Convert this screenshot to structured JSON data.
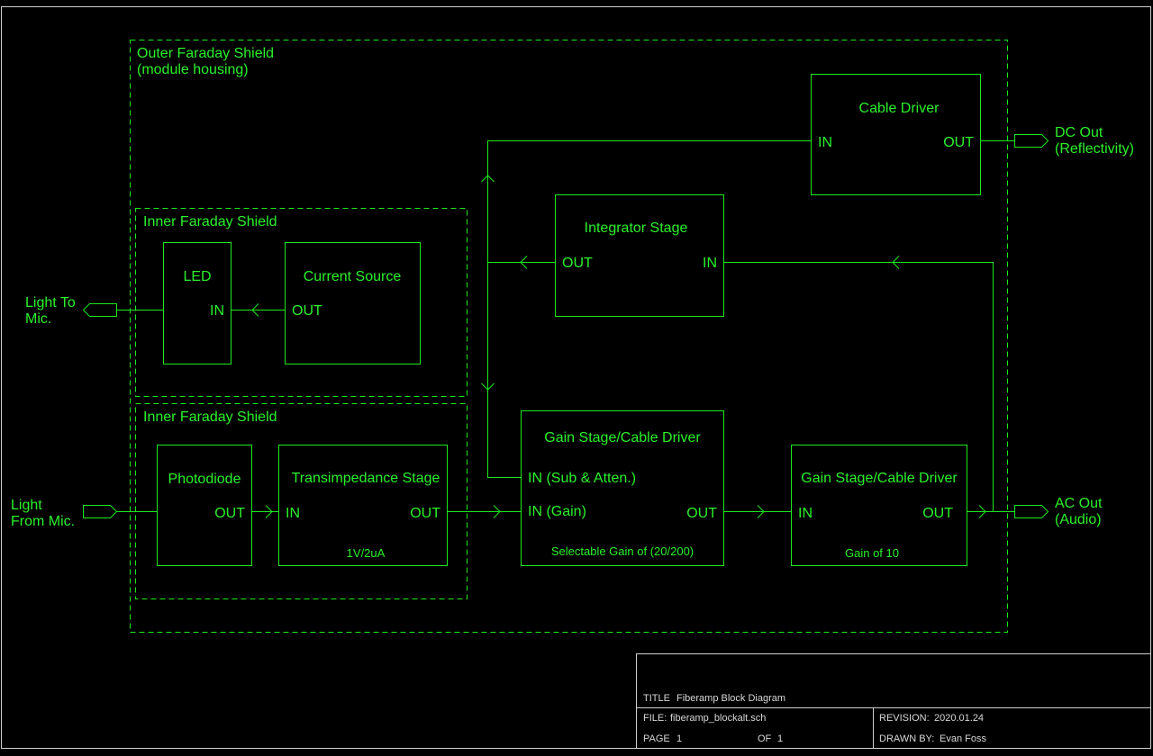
{
  "colors": {
    "wire": "#1ee81e",
    "text": "#2cf02c",
    "frame": "#cfcfcf",
    "background": "#000000"
  },
  "shields": {
    "outer": {
      "line1": "Outer Faraday Shield",
      "line2": "(module housing)"
    },
    "inner_top": "Inner Faraday Shield",
    "inner_bottom": "Inner Faraday Shield"
  },
  "blocks": {
    "led": {
      "title": "LED",
      "in": "IN"
    },
    "current_source": {
      "title": "Current Source",
      "out": "OUT"
    },
    "photodiode": {
      "title": "Photodiode",
      "out": "OUT"
    },
    "transimpedance": {
      "title": "Transimpedance Stage",
      "in": "IN",
      "out": "OUT",
      "note": "1V/2uA"
    },
    "integrator": {
      "title": "Integrator Stage",
      "out": "OUT",
      "in": "IN"
    },
    "cable_driver": {
      "title": "Cable Driver",
      "in": "IN",
      "out": "OUT"
    },
    "gain1": {
      "title": "Gain Stage/Cable Driver",
      "in_sub": "IN (Sub & Atten.)",
      "in_gain": "IN (Gain)",
      "out": "OUT",
      "note": "Selectable Gain of (20/200)"
    },
    "gain2": {
      "title": "Gain Stage/Cable Driver",
      "in": "IN",
      "out": "OUT",
      "note": "Gain of 10"
    }
  },
  "ports": {
    "light_to_mic": {
      "line1": "Light To",
      "line2": "Mic."
    },
    "light_from_mic": {
      "line1": "Light",
      "line2": "From Mic."
    },
    "dc_out": {
      "line1": "DC Out",
      "line2": "(Reflectivity)"
    },
    "ac_out": {
      "line1": "AC Out",
      "line2": "(Audio)"
    }
  },
  "title_block": {
    "title_label": "TITLE",
    "title_value": "Fiberamp Block Diagram",
    "file_label": "FILE:",
    "file_value": "fiberamp_blockalt.sch",
    "revision_label": "REVISION:",
    "revision_value": "2020.01.24",
    "page_label": "PAGE",
    "page_value": "1",
    "of_label": "OF",
    "of_value": "1",
    "drawn_label": "DRAWN BY:",
    "drawn_value": "Evan Foss"
  }
}
